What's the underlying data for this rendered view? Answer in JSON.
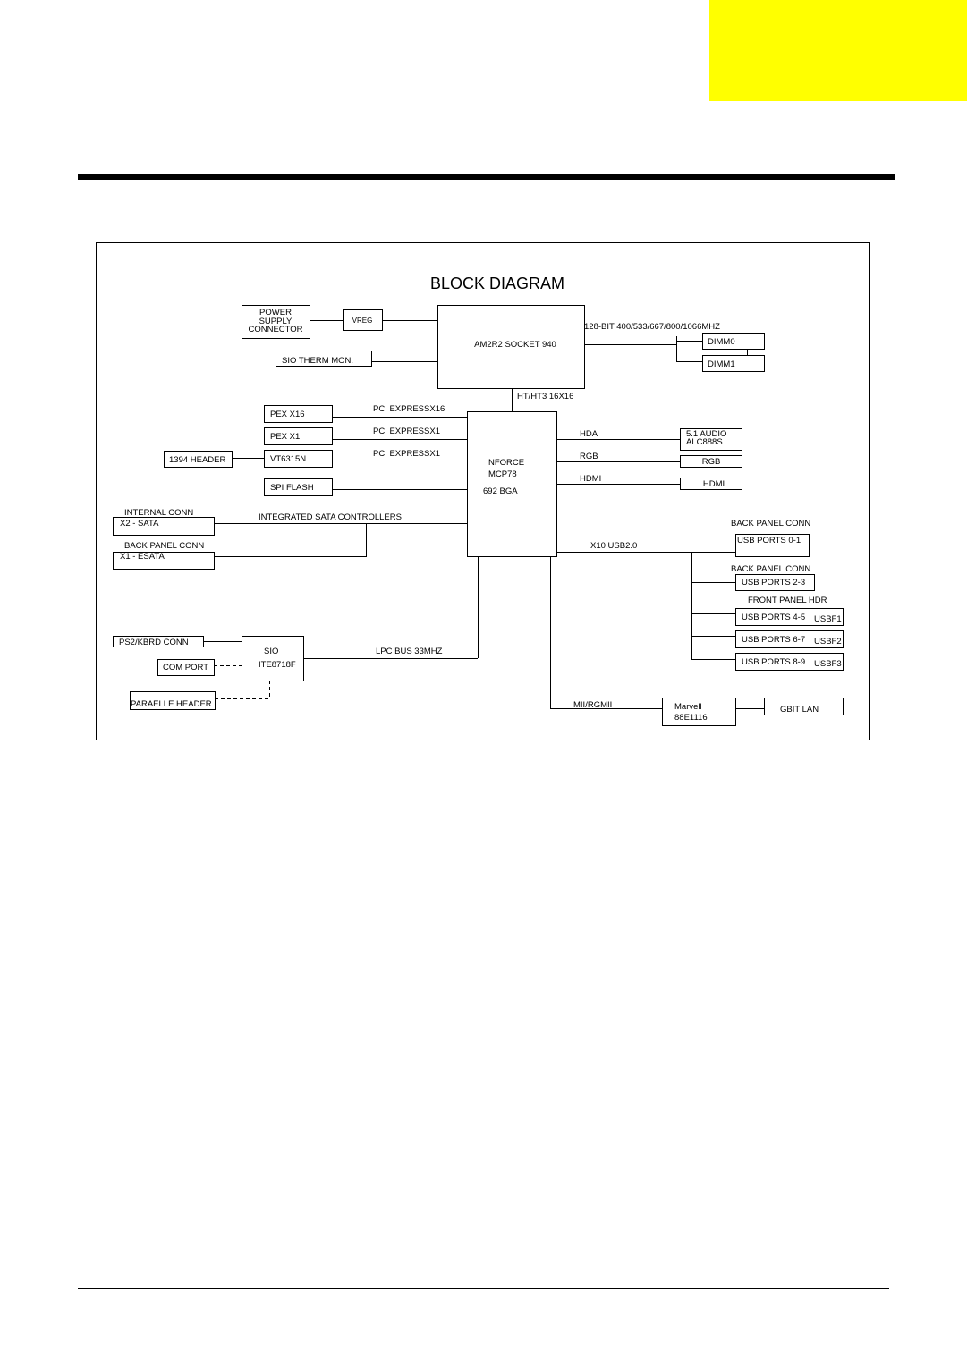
{
  "page": {
    "accent_color": "#ffff00"
  },
  "diagram": {
    "title": "BLOCK DIAGRAM",
    "blocks": {
      "power_supply": [
        "POWER",
        "SUPPLY",
        "CONNECTOR"
      ],
      "vreg": "VREG",
      "cpu": "AM2R2 SOCKET 940",
      "sio_therm": "SIO THERM MON.",
      "dimm0": "DIMM0",
      "dimm1": "DIMM1",
      "pex_x16": "PEX X16",
      "pex_x1": "PEX X1",
      "vt6315n": "VT6315N",
      "header_1394": "1394 HEADER",
      "spi_flash": "SPI FLASH",
      "mcp": [
        "NFORCE",
        "MCP78",
        "692 BGA"
      ],
      "audio": [
        "5.1 AUDIO",
        "ALC888S"
      ],
      "rgb": "RGB",
      "hdmi": "HDMI",
      "sata": "X2 - SATA",
      "esata": "X1 - ESATA",
      "usb01": "USB PORTS 0-1",
      "usb23": "USB PORTS 2-3",
      "usb45": "USB PORTS 4-5",
      "usb67": "USB PORTS 6-7",
      "usb89": "USB PORTS 8-9",
      "usbf1": "USBF1",
      "usbf2": "USBF2",
      "usbf3": "USBF3",
      "ps2": "PS2/KBRD CONN",
      "sio": [
        "SIO",
        "ITE8718F"
      ],
      "com_port": "COM PORT",
      "parallel": "PARAELLE HEADER",
      "marvell": [
        "Marvell",
        "88E1116"
      ],
      "gbit_lan": "GBIT LAN"
    },
    "labels": {
      "memory_bus": "128-BIT 400/533/667/800/1066MHZ",
      "ht_link": "HT/HT3 16X16",
      "pcie_x16": "PCI EXPRESSX16",
      "pcie_x1_a": "PCI EXPRESSX1",
      "pcie_x1_b": "PCI EXPRESSX1",
      "hda": "HDA",
      "rgb": "RGB",
      "hdmi": "HDMI",
      "internal_conn": "INTERNAL CONN",
      "back_panel_conn_sata": "BACK PANEL CONN",
      "sata_controllers": "INTEGRATED SATA CONTROLLERS",
      "back_panel_conn_usb01": "BACK PANEL CONN",
      "back_panel_conn_usb23": "BACK PANEL CONN",
      "front_panel_hdr": "FRONT PANEL HDR",
      "usb_bus": "X10 USB2.0",
      "lpc_bus": "LPC BUS 33MHZ",
      "mii": "MII/RGMII"
    }
  }
}
